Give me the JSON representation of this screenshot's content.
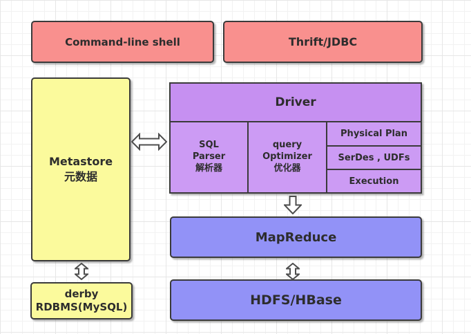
{
  "title": "Hive architecture diagram",
  "colors": {
    "pink": "#F9908E",
    "yellow": "#FBFA9C",
    "purple_header": "#C690F1",
    "purple_cell": "#CC9BF4",
    "blue": "#9292F7",
    "border": "#3a3a3a",
    "text": "#2d2d2d",
    "arrow_fill": "#ffffff",
    "arrow_stroke": "#4d4d4d"
  },
  "nodes": {
    "command_line_shell": {
      "label": "Command-line shell"
    },
    "thrift_jdbc": {
      "label": "Thrift/JDBC"
    },
    "metastore": {
      "lines": [
        "Metastore",
        "元数据"
      ]
    },
    "driver": {
      "label": "Driver"
    },
    "sql_parser": {
      "lines": [
        "SQL",
        "Parser",
        "解析器"
      ]
    },
    "query_optimizer": {
      "lines": [
        "query",
        "Optimizer",
        "优化器"
      ]
    },
    "physical_plan": {
      "label": "Physical Plan"
    },
    "serdes_udfs": {
      "label": "SerDes , UDFs"
    },
    "execution": {
      "label": "Execution"
    },
    "mapreduce": {
      "label": "MapReduce"
    },
    "hdfs_hbase": {
      "label": "HDFS/HBase"
    },
    "derby": {
      "lines": [
        "derby",
        "RDBMS(MySQL)"
      ]
    }
  },
  "edges": [
    {
      "id": "metastore-driver",
      "type": "double-headed",
      "orientation": "horizontal"
    },
    {
      "id": "driver-mapreduce",
      "type": "single-down",
      "orientation": "vertical"
    },
    {
      "id": "mapreduce-hdfs",
      "type": "double-headed",
      "orientation": "vertical"
    },
    {
      "id": "metastore-derby",
      "type": "double-headed",
      "orientation": "vertical"
    }
  ]
}
